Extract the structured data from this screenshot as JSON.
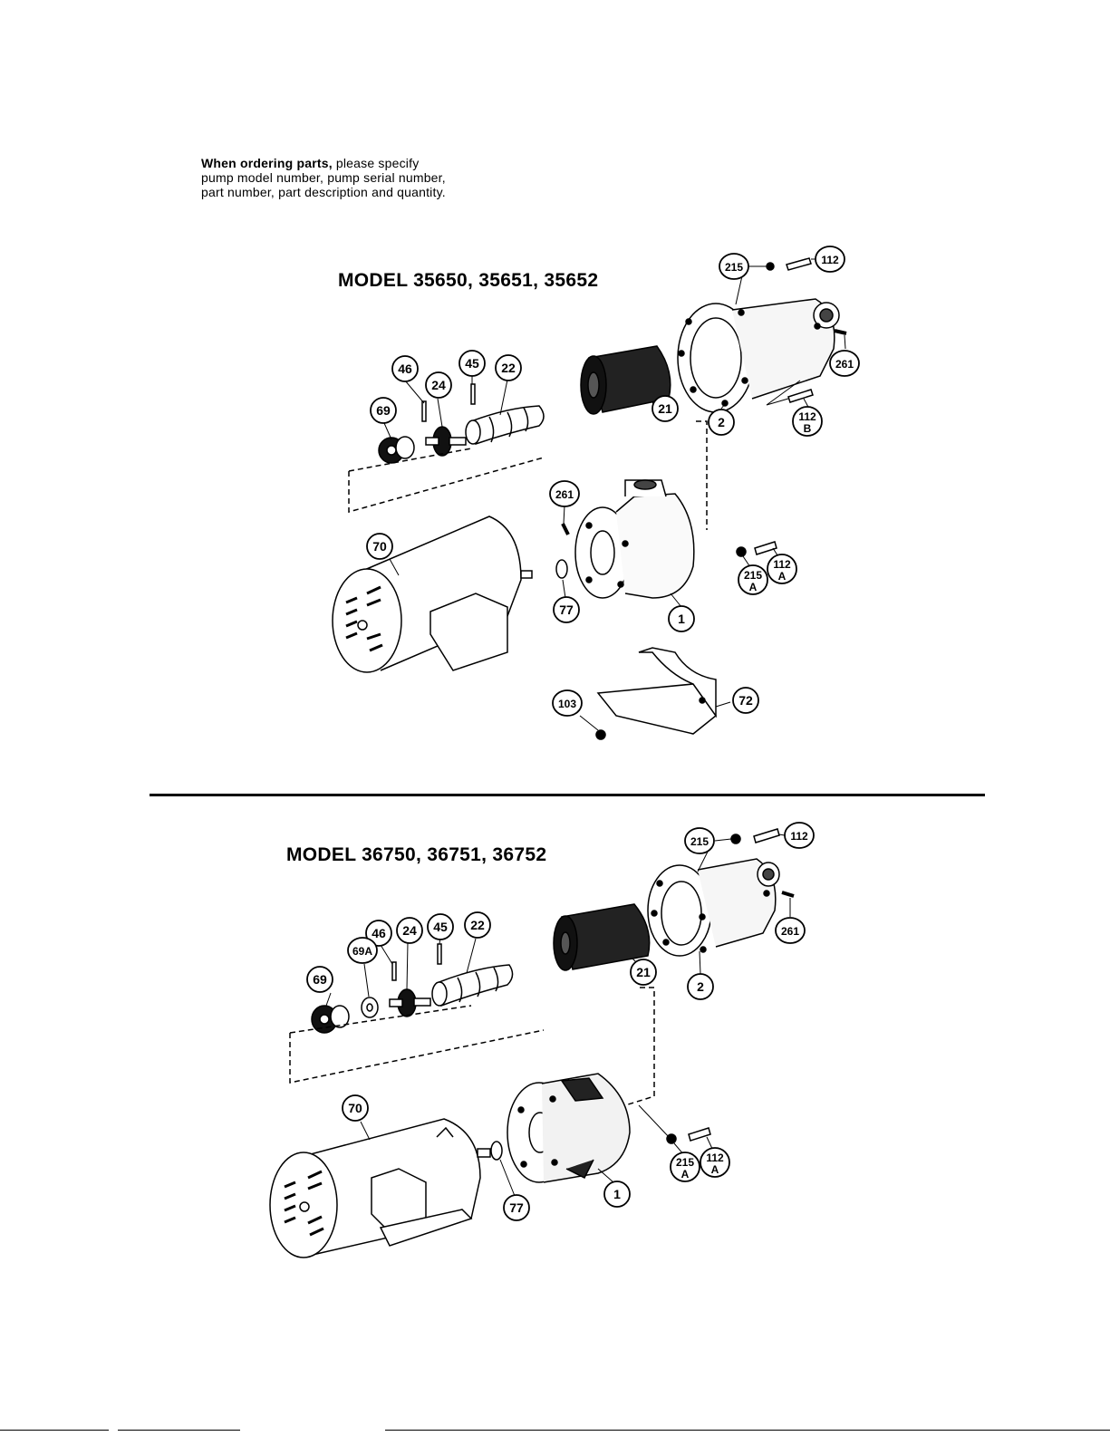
{
  "ordering_note": {
    "bold": "When ordering parts,",
    "rest_line1": " please specify",
    "line2": "pump model number, pump serial number,",
    "line3": "part number, part description and quantity."
  },
  "diagram1": {
    "title": "MODEL 35650, 35651, 35652",
    "callouts": [
      {
        "id": "c1-215",
        "label": "215"
      },
      {
        "id": "c1-112",
        "label": "112"
      },
      {
        "id": "c1-261a",
        "label": "261"
      },
      {
        "id": "c1-46",
        "label": "46"
      },
      {
        "id": "c1-45",
        "label": "45"
      },
      {
        "id": "c1-22",
        "label": "22"
      },
      {
        "id": "c1-24",
        "label": "24"
      },
      {
        "id": "c1-69",
        "label": "69"
      },
      {
        "id": "c1-21",
        "label": "21"
      },
      {
        "id": "c1-2",
        "label": "2"
      },
      {
        "id": "c1-112b",
        "label": "112",
        "sub": "B"
      },
      {
        "id": "c1-261b",
        "label": "261"
      },
      {
        "id": "c1-70",
        "label": "70"
      },
      {
        "id": "c1-77",
        "label": "77"
      },
      {
        "id": "c1-1",
        "label": "1"
      },
      {
        "id": "c1-215a",
        "label": "215",
        "sub": "A"
      },
      {
        "id": "c1-112a",
        "label": "112",
        "sub": "A"
      },
      {
        "id": "c1-103",
        "label": "103"
      },
      {
        "id": "c1-72",
        "label": "72"
      }
    ]
  },
  "diagram2": {
    "title": "MODEL 36750, 36751, 36752",
    "callouts": [
      {
        "id": "c2-215",
        "label": "215"
      },
      {
        "id": "c2-112",
        "label": "112"
      },
      {
        "id": "c2-261",
        "label": "261"
      },
      {
        "id": "c2-46",
        "label": "46"
      },
      {
        "id": "c2-24",
        "label": "24"
      },
      {
        "id": "c2-45",
        "label": "45"
      },
      {
        "id": "c2-22",
        "label": "22"
      },
      {
        "id": "c2-69",
        "label": "69"
      },
      {
        "id": "c2-69a",
        "label": "69A"
      },
      {
        "id": "c2-21",
        "label": "21"
      },
      {
        "id": "c2-2",
        "label": "2"
      },
      {
        "id": "c2-70",
        "label": "70"
      },
      {
        "id": "c2-77",
        "label": "77"
      },
      {
        "id": "c2-1",
        "label": "1"
      },
      {
        "id": "c2-215a",
        "label": "215",
        "sub": "A"
      },
      {
        "id": "c2-112a",
        "label": "112",
        "sub": "A"
      }
    ]
  }
}
